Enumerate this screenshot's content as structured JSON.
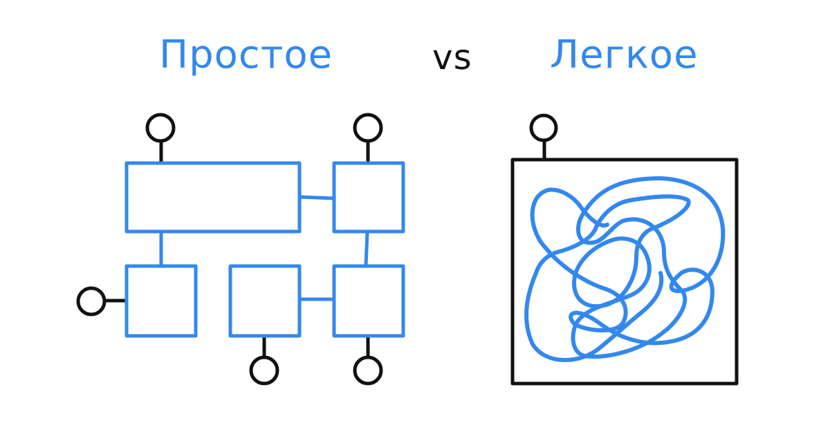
{
  "titles": {
    "simple": "Простое",
    "vs": "vs",
    "easy": "Легкое"
  },
  "colors": {
    "accent": "#3388ee",
    "ink": "#111111",
    "background": "#ffffff"
  }
}
